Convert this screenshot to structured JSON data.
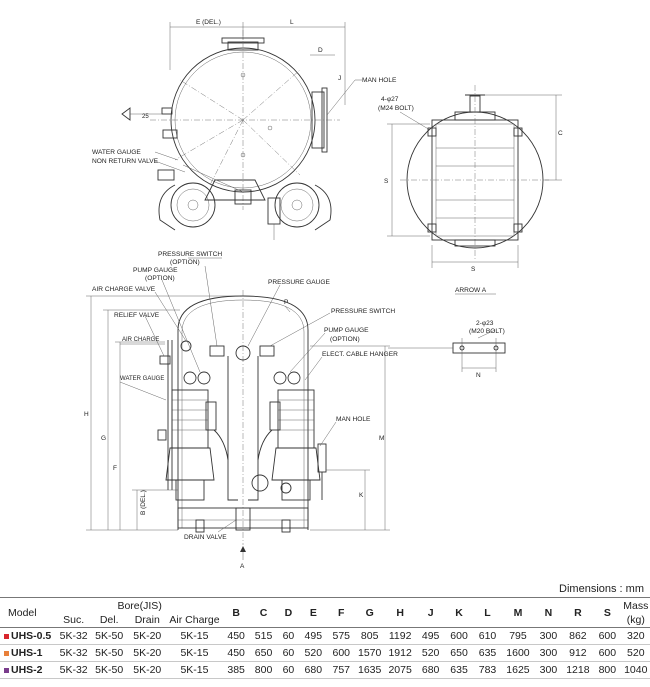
{
  "drawing": {
    "labels": {
      "e_del": "E (DEL.)",
      "l": "L",
      "d": "D",
      "j": "J",
      "man_hole_top": "MAN HOLE",
      "bolt_holes": "4-φ27",
      "bolt_size": "(M24 BOLT)",
      "c": "C",
      "s_vert": "S",
      "s_horiz": "S",
      "water_gauge_top": "WATER GAUGE",
      "non_return_valve": "NON RETURN VALVE",
      "twenty_five": "25",
      "arrow_a": "ARROW A",
      "pressure_switch_opt": "PRESSURE SWITCH",
      "option_1": "(OPTION)",
      "pump_gauge_opt": "PUMP GAUGE",
      "option_2": "(OPTION)",
      "pressure_gauge": "PRESSURE GAUGE",
      "air_charge_valve": "AIR CHARGE VALVE",
      "relief_valve": "RELIEF VALVE",
      "pressure_switch": "PRESSURE SWITCH",
      "pump_gauge": "PUMP GAUGE",
      "option_3": "(OPTION)",
      "elect_cable_hanger": "ELECT. CABLE HANGER",
      "air_charge": "AIR CHARGE",
      "water_gauge": "WATER GAUGE",
      "man_hole": "MAN HOLE",
      "drain_valve": "DRAIN VALVE",
      "h": "H",
      "g": "G",
      "f": "F",
      "b_del": "B (DEL.)",
      "m": "M",
      "k": "K",
      "p": "P",
      "anchor_holes": "2-φ23",
      "anchor_bolt": "(M20 BOLT)",
      "n": "N",
      "a_mark": "A"
    }
  },
  "table": {
    "caption": "Dimensions : mm",
    "model_header": "Model",
    "bore_header": "Bore(JIS)",
    "bore_sub": [
      "Suc.",
      "Del.",
      "Drain",
      "Air Charge"
    ],
    "letters": [
      "B",
      "C",
      "D",
      "E",
      "F",
      "G",
      "H",
      "J",
      "K",
      "L",
      "M",
      "N",
      "R",
      "S"
    ],
    "mass_header": "Mass",
    "mass_unit": "(kg)",
    "rows": [
      {
        "model": "UHS-0.5",
        "color": "#d8262d",
        "bore": [
          "5K-32",
          "5K-50",
          "5K-20",
          "5K-15"
        ],
        "dims": [
          "450",
          "515",
          "60",
          "495",
          "575",
          "805",
          "1192",
          "495",
          "600",
          "610",
          "795",
          "300",
          "862",
          "600"
        ],
        "mass": "320"
      },
      {
        "model": "UHS-1",
        "color": "#e8803a",
        "bore": [
          "5K-32",
          "5K-50",
          "5K-20",
          "5K-15"
        ],
        "dims": [
          "450",
          "650",
          "60",
          "520",
          "600",
          "1570",
          "1912",
          "520",
          "650",
          "635",
          "1600",
          "300",
          "912",
          "600"
        ],
        "mass": "520"
      },
      {
        "model": "UHS-2",
        "color": "#7a3c8c",
        "bore": [
          "5K-32",
          "5K-50",
          "5K-20",
          "5K-15"
        ],
        "dims": [
          "385",
          "800",
          "60",
          "680",
          "757",
          "1635",
          "2075",
          "680",
          "635",
          "783",
          "1625",
          "300",
          "1218",
          "800"
        ],
        "mass": "1040"
      }
    ]
  }
}
